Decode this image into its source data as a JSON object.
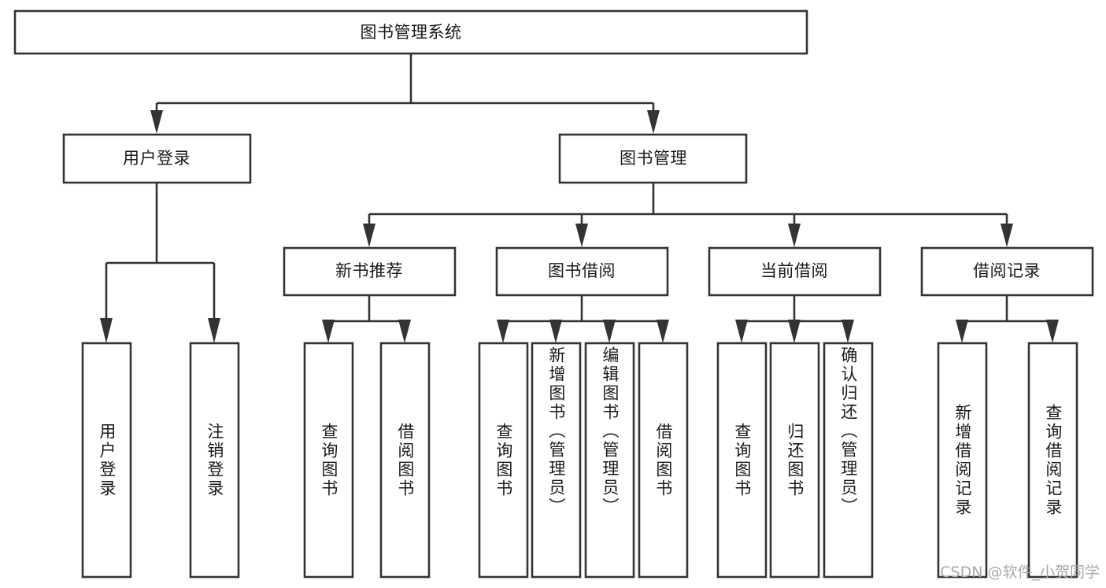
{
  "diagram": {
    "title": "图书管理系统",
    "type": "tree",
    "orientation": "top-down",
    "root": {
      "label": "图书管理系统",
      "children": [
        {
          "label": "用户登录",
          "children": [
            {
              "label": "用户登录"
            },
            {
              "label": "注销登录"
            }
          ]
        },
        {
          "label": "图书管理",
          "children": [
            {
              "label": "新书推荐",
              "children": [
                {
                  "label": "查询图书"
                },
                {
                  "label": "借阅图书"
                }
              ]
            },
            {
              "label": "图书借阅",
              "children": [
                {
                  "label": "查询图书"
                },
                {
                  "label": "新增图书（管理员）"
                },
                {
                  "label": "编辑图书（管理员）"
                },
                {
                  "label": "借阅图书"
                }
              ]
            },
            {
              "label": "当前借阅",
              "children": [
                {
                  "label": "查询图书"
                },
                {
                  "label": "归还图书"
                },
                {
                  "label": "确认归还（管理员）"
                }
              ]
            },
            {
              "label": "借阅记录",
              "children": [
                {
                  "label": "新增借阅记录"
                },
                {
                  "label": "查询借阅记录"
                }
              ]
            }
          ]
        }
      ]
    },
    "nodes": {
      "root": "图书管理系统",
      "l2_user_login": "用户登录",
      "l2_book_manage": "图书管理",
      "l3_new_book": "新书推荐",
      "l3_borrow": "图书借阅",
      "l3_current": "当前借阅",
      "l3_record": "借阅记录",
      "leaf_user_login": "用户登录",
      "leaf_logout": "注销登录",
      "leaf_query_book_1": "查询图书",
      "leaf_borrow_book_1": "借阅图书",
      "leaf_query_book_2": "查询图书",
      "leaf_add_book": "新增图书（管理员）",
      "leaf_edit_book": "编辑图书（管理员）",
      "leaf_borrow_book_2": "借阅图书",
      "leaf_query_book_3": "查询图书",
      "leaf_return_book": "归还图书",
      "leaf_confirm_return": "确认归还（管理员）",
      "leaf_add_record": "新增借阅记录",
      "leaf_query_record": "查询借阅记录"
    },
    "colors": {
      "box_fill": "#ffffff",
      "box_stroke": "#333333",
      "text": "#1a1a1a",
      "background": "#ffffff",
      "watermark": "#a8a8a8"
    }
  },
  "watermark": {
    "text": "CSDN @软件_小贺同学"
  }
}
